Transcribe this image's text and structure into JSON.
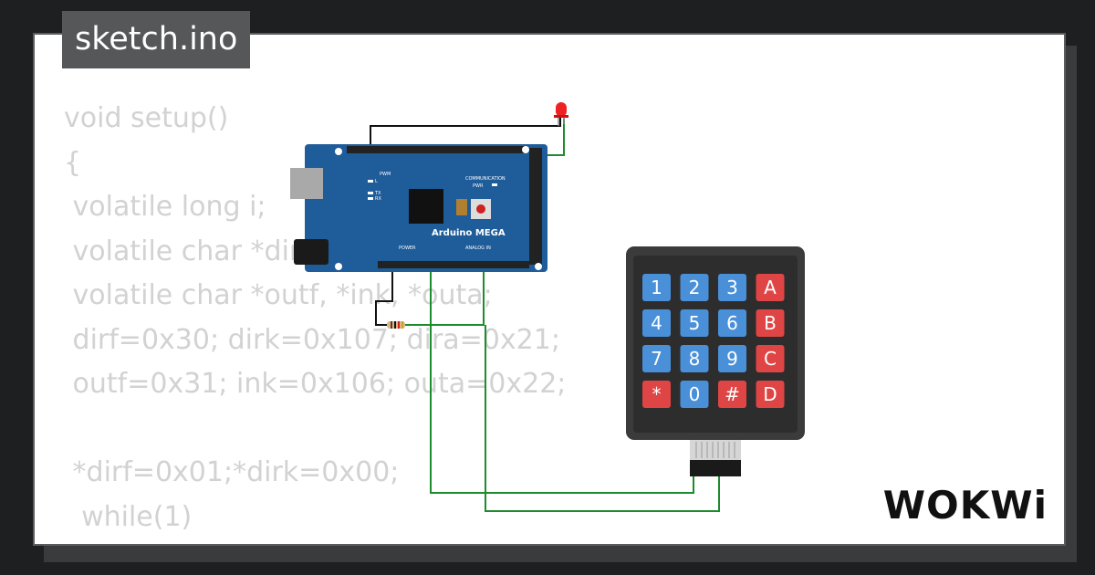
{
  "file_tab": {
    "label": "sketch.ino"
  },
  "code_lines": [
    "void setup()",
    "{",
    " volatile long i;",
    " volatile char *dirf, *dirk, *dira;",
    " volatile char *outf, *ink, *outa;",
    " dirf=0x30; dirk=0x107; dira=0x21;",
    " outf=0x31; ink=0x106; outa=0x22;",
    "",
    " *dirf=0x01;*dirk=0x00;",
    "  while(1)",
    "  {"
  ],
  "board": {
    "name": "Arduino MEGA",
    "labels": {
      "pwm": "PWM",
      "communication": "COMMUNICATION",
      "power": "POWER",
      "analog_in": "ANALOG IN",
      "l": "L",
      "tx": "TX",
      "rx": "RX",
      "pwr": "PWR"
    },
    "color": "#1f5c9a"
  },
  "keypad": {
    "keys": [
      "1",
      "2",
      "3",
      "A",
      "4",
      "5",
      "6",
      "B",
      "7",
      "8",
      "9",
      "C",
      "*",
      "0",
      "#",
      "D"
    ],
    "colors": {
      "number": "#4a90d9",
      "letter": "#e04545",
      "body": "#3b3b3b"
    }
  },
  "components": {
    "led": "red-led",
    "resistor": "resistor"
  },
  "wire_color": "#1d8c2d",
  "logo": "WOKWi"
}
